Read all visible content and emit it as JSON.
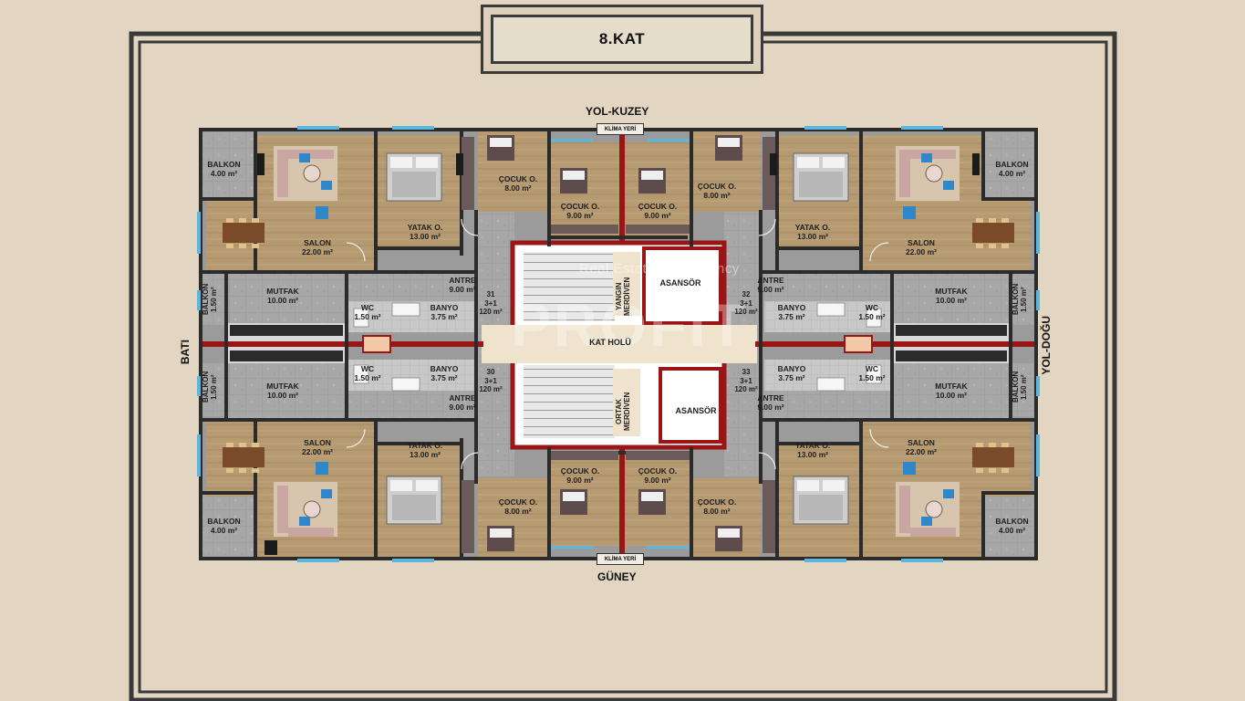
{
  "plan": {
    "title": "8.KAT",
    "compass": {
      "north": "YOL-KUZEY",
      "south": "GÜNEY",
      "west": "BATI",
      "east": "YOL-DOĞU"
    },
    "klima_north": "KLİMA YERİ",
    "klima_south": "KLİMA YERİ",
    "watermark_sub": "Real Estate Consultancy",
    "watermark_logo": "PROFIT"
  },
  "rooms": {
    "balkon_nw": {
      "name": "BALKON",
      "area": "4.00 m²"
    },
    "salon_nw": {
      "name": "SALON",
      "area": "22.00 m²"
    },
    "yatak_nw": {
      "name": "YATAK O.",
      "area": "13.00 m²"
    },
    "cocuk_nw_a": {
      "name": "ÇOCUK O.",
      "area": "8.00 m²"
    },
    "cocuk_nw_b": {
      "name": "ÇOCUK O.",
      "area": "9.00 m²"
    },
    "cocuk_ne_b": {
      "name": "ÇOCUK O.",
      "area": "9.00 m²"
    },
    "cocuk_ne_a": {
      "name": "ÇOCUK O.",
      "area": "8.00 m²"
    },
    "yatak_ne": {
      "name": "YATAK O.",
      "area": "13.00 m²"
    },
    "salon_ne": {
      "name": "SALON",
      "area": "22.00 m²"
    },
    "balkon_ne": {
      "name": "BALKON",
      "area": "4.00 m²"
    },
    "mutfak_nw": {
      "name": "MUTFAK",
      "area": "10.00 m²"
    },
    "antre_nw": {
      "name": "ANTRE",
      "area": "9.00 m²"
    },
    "wc_nw": {
      "name": "WC",
      "area": "1.50 m²"
    },
    "banyo_nw": {
      "name": "BANYO",
      "area": "3.75 m²"
    },
    "antre_ne": {
      "name": "ANTRE",
      "area": "9.00 m²"
    },
    "banyo_ne": {
      "name": "BANYO",
      "area": "3.75 m²"
    },
    "wc_ne": {
      "name": "WC",
      "area": "1.50 m²"
    },
    "mutfak_ne": {
      "name": "MUTFAK",
      "area": "10.00 m²"
    },
    "mutfak_sw": {
      "name": "MUTFAK",
      "area": "10.00 m²"
    },
    "wc_sw": {
      "name": "WC",
      "area": "1.50 m²"
    },
    "banyo_sw": {
      "name": "BANYO",
      "area": "3.75 m²"
    },
    "antre_sw": {
      "name": "ANTRE",
      "area": "9.00 m²"
    },
    "banyo_se": {
      "name": "BANYO",
      "area": "3.75 m²"
    },
    "wc_se": {
      "name": "WC",
      "area": "1.50 m²"
    },
    "antre_se": {
      "name": "ANTRE",
      "area": "9.00 m²"
    },
    "mutfak_se": {
      "name": "MUTFAK",
      "area": "10.00 m²"
    },
    "salon_sw": {
      "name": "SALON",
      "area": "22.00 m²"
    },
    "yatak_sw": {
      "name": "YATAK O.",
      "area": "13.00 m²"
    },
    "cocuk_sw_b": {
      "name": "ÇOCUK O.",
      "area": "9.00 m²"
    },
    "cocuk_sw_a": {
      "name": "ÇOCUK O.",
      "area": "8.00 m²"
    },
    "cocuk_se_b": {
      "name": "ÇOCUK O.",
      "area": "9.00 m²"
    },
    "cocuk_se_a": {
      "name": "ÇOCUK O.",
      "area": "8.00 m²"
    },
    "yatak_se": {
      "name": "YATAK O.",
      "area": "13.00 m²"
    },
    "salon_se": {
      "name": "SALON",
      "area": "22.00 m²"
    },
    "balkon_sw": {
      "name": "BALKON",
      "area": "4.00 m²"
    },
    "balkon_se": {
      "name": "BALKON",
      "area": "4.00 m²"
    },
    "balkon_w1": {
      "name": "BALKON",
      "area": "1.50 m²"
    },
    "balkon_w2": {
      "name": "BALKON",
      "area": "1.50 m²"
    },
    "balkon_e1": {
      "name": "BALKON",
      "area": "1.50 m²"
    },
    "balkon_e2": {
      "name": "BALKON",
      "area": "1.50 m²"
    }
  },
  "core": {
    "kat_holu": "KAT HOLÜ",
    "asansor_1": "ASANSÖR",
    "asansor_2": "ASANSÖR",
    "yangin_1": "YANGIN",
    "yangin_2": "MERDİVEN",
    "ortak_1": "ORTAK",
    "ortak_2": "MERDİVEN"
  },
  "units": {
    "u31": {
      "no": "31",
      "type": "3+1",
      "area": "120 m²"
    },
    "u32": {
      "no": "32",
      "type": "3+1",
      "area": "120 m²"
    },
    "u30": {
      "no": "30",
      "type": "3+1",
      "area": "120 m²"
    },
    "u33": {
      "no": "33",
      "type": "3+1",
      "area": "120 m²"
    }
  },
  "colors": {
    "background": "#e2d6c2",
    "frame": "#3a3a3a",
    "wall": "#2b2b2b",
    "core_wall": "#9a1515",
    "wood_floor": "#b49770",
    "tile_floor": "#a9a9a9",
    "window": "#5fb6dd",
    "furniture_blue": "#2f86c8"
  }
}
